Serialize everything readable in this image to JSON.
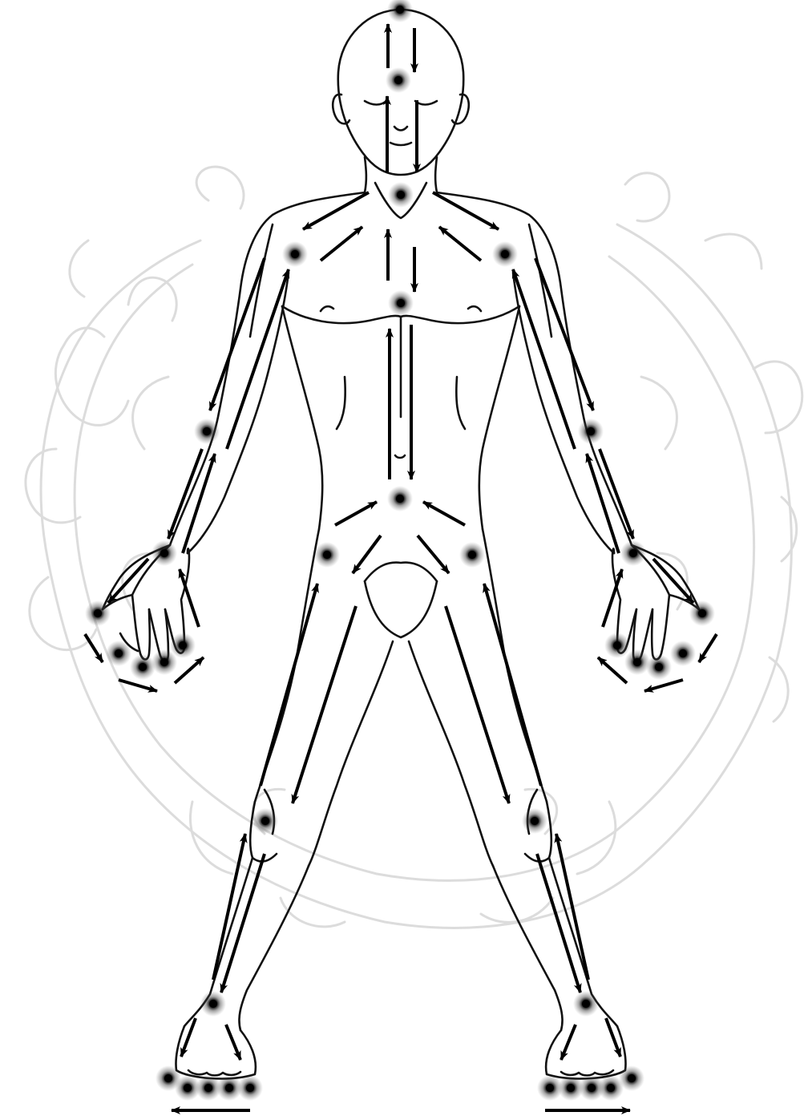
{
  "diagram": {
    "colors": {
      "background": "#ffffff",
      "outline": "#111111",
      "arrow": "#000000",
      "point": "#000000",
      "watermark": "#dcdcdc"
    },
    "icons": {
      "figure": "human-figure-outline",
      "watermark": "dragon-watermark",
      "point": "energy-point-dot",
      "arrow": "flow-arrow"
    }
  }
}
